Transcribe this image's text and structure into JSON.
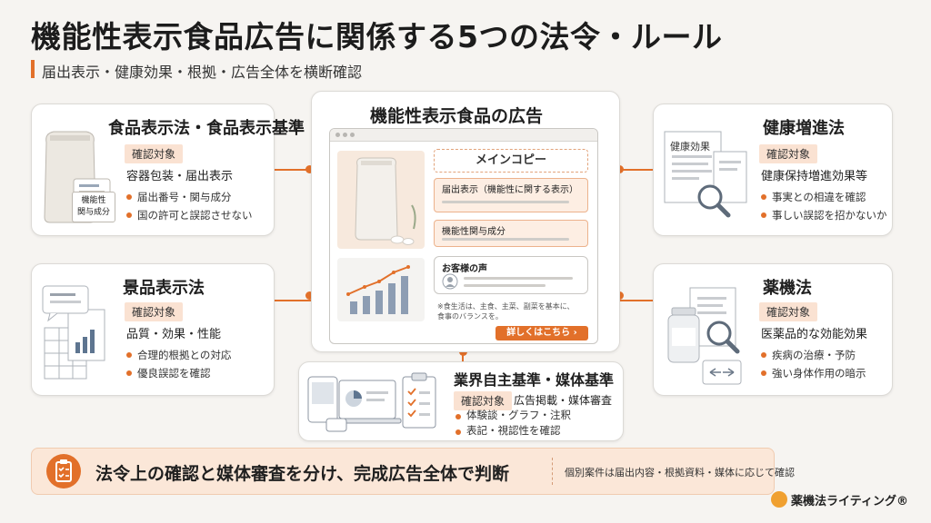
{
  "title": "機能性表示食品広告に関係する5つの法令・ルール",
  "subtitle": "届出表示・健康効果・根拠・広告全体を横断確認",
  "center": {
    "heading": "機能性表示食品の広告",
    "main_copy": "メインコピー",
    "notice_label": "届出表示（機能性に関する表示）",
    "ingredient_label": "機能性関与成分",
    "voice_label": "お客様の声",
    "disclaimer_1": "※食生活は、主食、主菜、副菜を基本に、",
    "disclaimer_2": "食事のバランスを。",
    "cta": "詳しくはこちら ›"
  },
  "cards": {
    "food_labeling": {
      "title": "食品表示法・食品表示基準",
      "tag": "確認対象",
      "target": "容器包装・届出表示",
      "bullets": [
        "届出番号・関与成分",
        "国の許可と誤認させない"
      ],
      "package_label_1": "機能性",
      "package_label_2": "関与成分"
    },
    "premiums": {
      "title": "景品表示法",
      "tag": "確認対象",
      "target": "品質・効果・性能",
      "bullets": [
        "合理的根拠との対応",
        "優良誤認を確認"
      ]
    },
    "health_promotion": {
      "title": "健康増進法",
      "tag": "確認対象",
      "target": "健康保持増進効果等",
      "bullets": [
        "事実との相違を確認",
        "事しい誤認を招かないか"
      ],
      "doc_label": "健康効果"
    },
    "pharma": {
      "title": "薬機法",
      "tag": "確認対象",
      "target": "医薬品的な効能効果",
      "bullets": [
        "疾病の治療・予防",
        "強い身体作用の暗示"
      ]
    },
    "industry": {
      "title": "業界自主基準・媒体基準",
      "tag": "確認対象",
      "target": "広告掲載・媒体審査",
      "bullets": [
        "体験談・グラフ・注釈",
        "表記・視認性を確認"
      ]
    }
  },
  "banner": {
    "text": "法令上の確認と媒体審査を分け、完成広告全体で判断",
    "note": "個別案件は届出内容・根拠資料・媒体に応じて確認"
  },
  "brand": "薬機法ライティング®",
  "colors": {
    "accent": "#e2702a",
    "tag_bg": "#fae2d2",
    "banner_bg": "#fbe7d8"
  }
}
